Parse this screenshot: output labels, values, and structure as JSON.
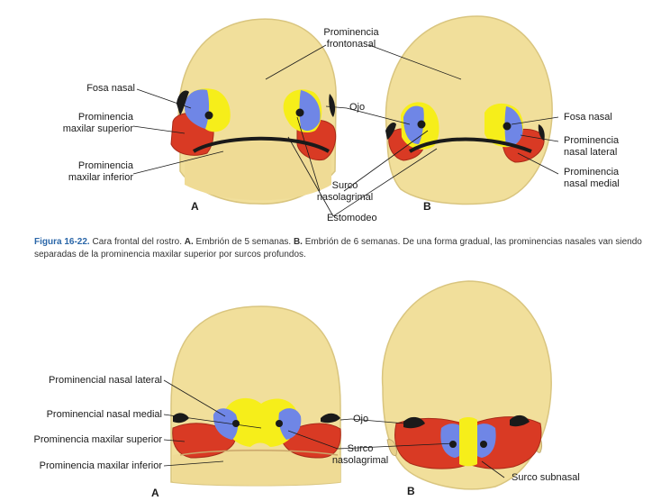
{
  "figure_top": {
    "panel_a_letter": "A",
    "panel_b_letter": "B",
    "labels": {
      "prominencia_frontonasal": "Prominencia\nfrontonasal",
      "fosa_nasal_a": "Fosa nasal",
      "prominencia_maxilar_superior": "Prominencia\nmaxilar superior",
      "prominencia_maxilar_inferior": "Prominencia\nmaxilar inferior",
      "ojo": "Ojo",
      "surco_nasolagrimal": "Surco\nnasolagrimal",
      "estomodeo": "Estomodeo",
      "fosa_nasal_b": "Fosa nasal",
      "prominencia_nasal_lateral": "Prominencia\nnasal lateral",
      "prominencia_nasal_medial": "Prominencia\nnasal medial"
    }
  },
  "caption": {
    "number": "Figura 16-22.",
    "text_1": "Cara frontal del rostro.",
    "a_label": "A.",
    "a_text": "Embrión de 5 semanas.",
    "b_label": "B.",
    "b_text": "Embrión de 6 semanas. De una forma gradual, las prominencias nasales van siendo separadas de la prominencia maxilar superior por surcos profundos."
  },
  "figure_bottom": {
    "panel_a_letter": "A",
    "panel_b_letter": "B",
    "labels": {
      "prominencial_nasal_lateral": "Prominencial nasal lateral",
      "prominencial_nasal_medial": "Prominencial nasal medial",
      "prominencia_maxilar_superior": "Prominencia maxilar superior",
      "prominencia_maxilar_inferior": "Prominencia maxilar inferior",
      "ojo": "Ojo",
      "surco_nasolagrimal": "Surco\nnasolagrimal",
      "surco_subnasal": "Surco subnasal"
    }
  },
  "colors": {
    "skin": "#f1df9b",
    "skin_edge": "#d9c57f",
    "red": "#d93a24",
    "blue": "#6f86e6",
    "yellow": "#f6ee1a",
    "dark": "#1a1a1a"
  }
}
